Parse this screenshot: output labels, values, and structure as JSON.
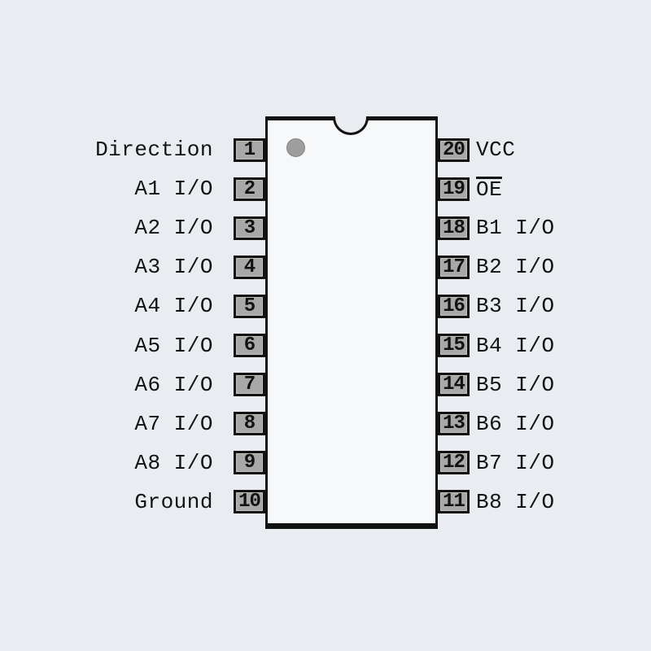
{
  "diagram": {
    "package": "DIP-20",
    "colors": {
      "background": "#e9edf1",
      "chip_fill": "#f6f8fa",
      "ink": "#121212",
      "pin_box_fill": "#a8a8a8",
      "pin1_dot": "#9e9e9e"
    },
    "pins_left": [
      {
        "number": "1",
        "label": "Direction",
        "overline": false
      },
      {
        "number": "2",
        "label": "A1 I/O",
        "overline": false
      },
      {
        "number": "3",
        "label": "A2 I/O",
        "overline": false
      },
      {
        "number": "4",
        "label": "A3 I/O",
        "overline": false
      },
      {
        "number": "5",
        "label": "A4 I/O",
        "overline": false
      },
      {
        "number": "6",
        "label": "A5 I/O",
        "overline": false
      },
      {
        "number": "7",
        "label": "A6 I/O",
        "overline": false
      },
      {
        "number": "8",
        "label": "A7 I/O",
        "overline": false
      },
      {
        "number": "9",
        "label": "A8 I/O",
        "overline": false
      },
      {
        "number": "10",
        "label": "Ground",
        "overline": false
      }
    ],
    "pins_right": [
      {
        "number": "20",
        "label": "VCC",
        "overline": false
      },
      {
        "number": "19",
        "label": "OE",
        "overline": true
      },
      {
        "number": "18",
        "label": "B1 I/O",
        "overline": false
      },
      {
        "number": "17",
        "label": "B2 I/O",
        "overline": false
      },
      {
        "number": "16",
        "label": "B3 I/O",
        "overline": false
      },
      {
        "number": "15",
        "label": "B4 I/O",
        "overline": false
      },
      {
        "number": "14",
        "label": "B5 I/O",
        "overline": false
      },
      {
        "number": "13",
        "label": "B6 I/O",
        "overline": false
      },
      {
        "number": "12",
        "label": "B7 I/O",
        "overline": false
      },
      {
        "number": "11",
        "label": "B8 I/O",
        "overline": false
      }
    ]
  }
}
